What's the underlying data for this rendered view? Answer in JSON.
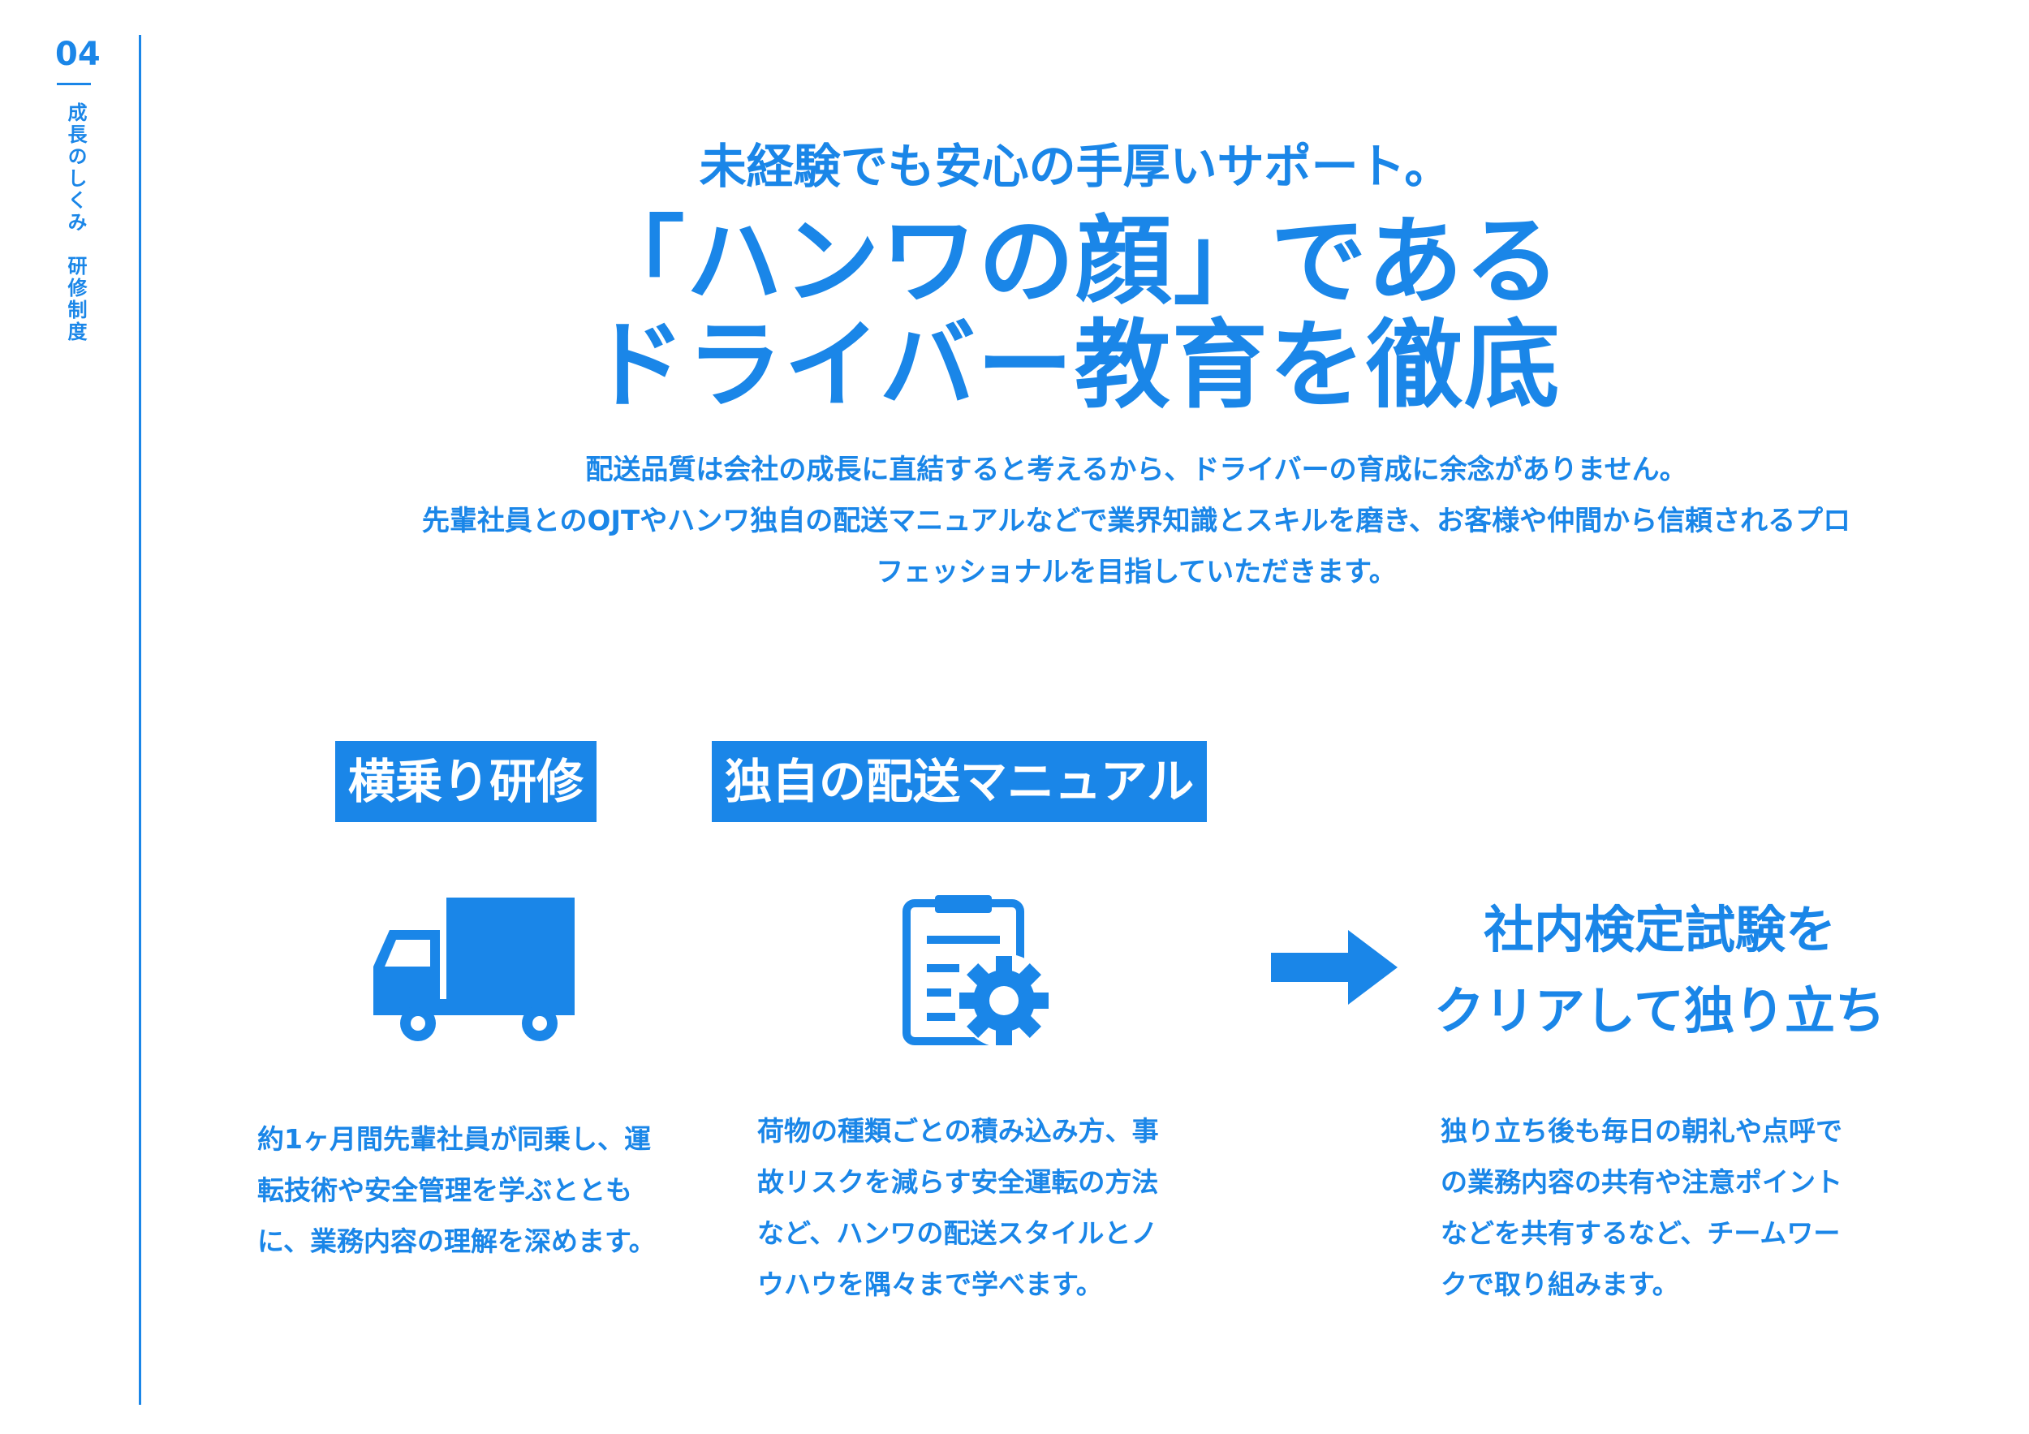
{
  "section": {
    "number": "04",
    "label": "成長のしくみ　研修制度"
  },
  "subtitle": "未経験でも安心の手厚いサポート。",
  "headline": {
    "line1": "「ハンワの顔」である",
    "line2": "ドライバー教育を徹底"
  },
  "intro": {
    "line1": "配送品質は会社の成長に直結すると考えるから、ドライバーの育成に余念がありません。",
    "line2": "先輩社員とのOJTやハンワ独自の配送マニュアルなどで業界知識とスキルを磨き、お客様や仲間から信頼されるプロ",
    "line3": "フェッショナルを目指していただきます。"
  },
  "tags": {
    "ride_along": "横乗り研修",
    "manual": "独自の配送マニュアル"
  },
  "result": {
    "line1": "社内検定試験を",
    "line2": "クリアして独り立ち"
  },
  "descriptions": {
    "ride_along": [
      "約1ヶ月間先輩社員が同乗し、運",
      "転技術や安全管理を学ぶととも",
      "に、業務内容の理解を深めます。"
    ],
    "manual": [
      "荷物の種類ごとの積み込み方、事",
      "故リスクを減らす安全運転の方法",
      "など、ハンワの配送スタイルとノ",
      "ウハウを隅々まで学べます。"
    ],
    "independent": [
      "独り立ち後も毎日の朝礼や点呼で",
      "の業務内容の共有や注意ポイント",
      "などを共有するなど、チームワー",
      "クで取り組みます。"
    ]
  },
  "icons": {
    "truck": "truck-icon",
    "manual": "clipboard-gear-icon",
    "arrow": "arrow-right-icon"
  },
  "colors": {
    "accent": "#1a86e8"
  }
}
